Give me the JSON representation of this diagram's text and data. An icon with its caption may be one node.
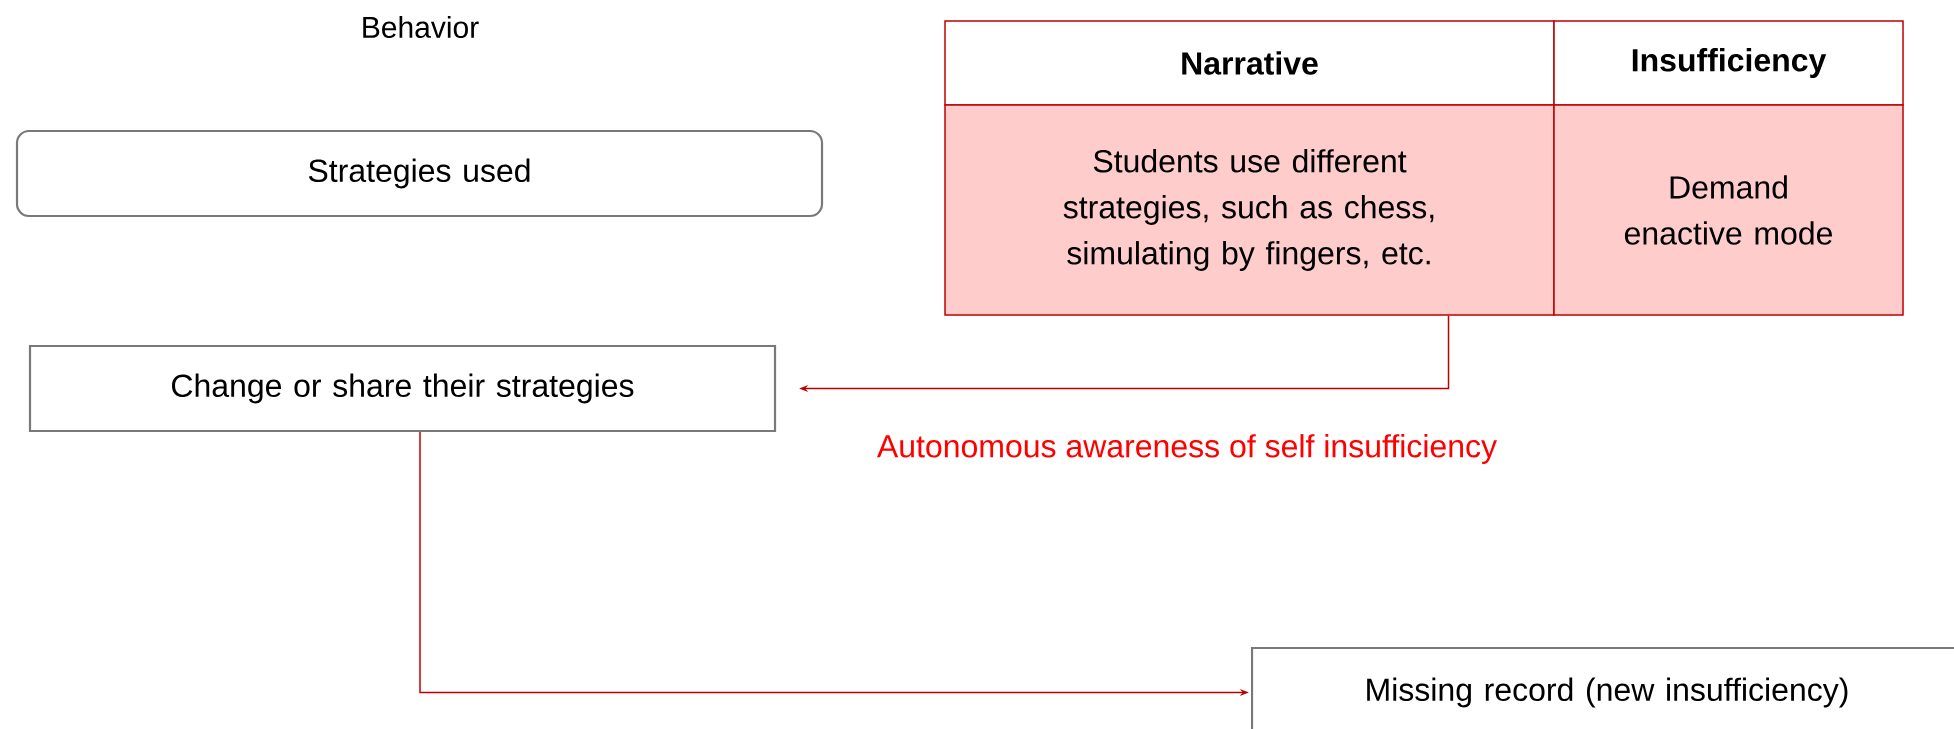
{
  "diagram": {
    "nodes": [
      {
        "text": [
          "Strategies used"
        ]
      },
      {
        "text": [
          "Change or share their strategies"
        ]
      },
      {
        "text": [
          "Narrative"
        ]
      },
      {
        "text": [
          "Insufficiency"
        ]
      },
      {
        "text": [
          "Students use different strategies, such as chess, simulating by fingers, etc."
        ]
      },
      {
        "text": [
          "Demand enactive mode"
        ]
      },
      {
        "text": [
          "Missing record (new insufficiency)"
        ]
      }
    ],
    "edges": [
      {
        "from": 4,
        "to": 1,
        "arrow": "to",
        "label": "Autonomous awareness of self insufficiency"
      },
      {
        "from": 1,
        "to": 6,
        "arrow": "to"
      }
    ],
    "labels": [
      "Behavior"
    ]
  }
}
